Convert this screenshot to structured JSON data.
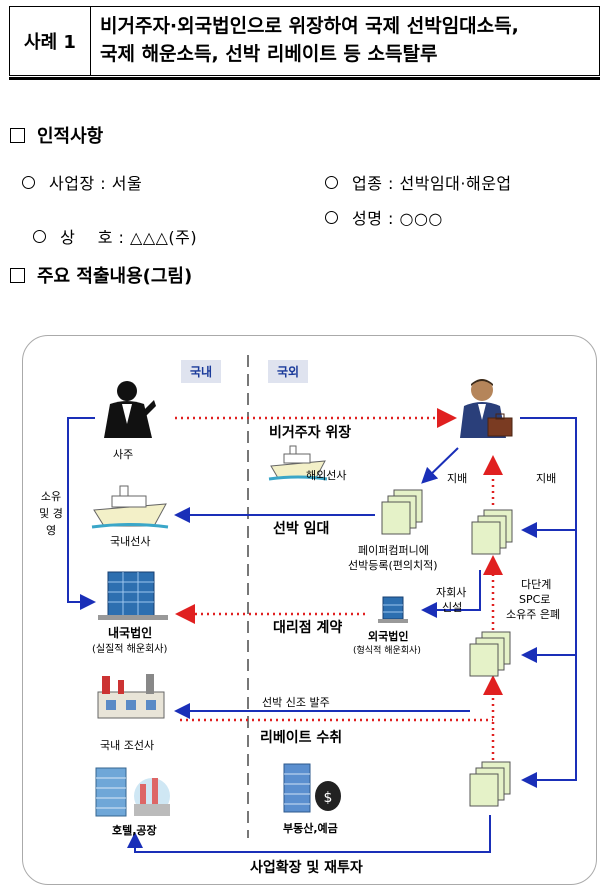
{
  "header": {
    "tag": "사례 1",
    "title_line1": "비거주자·외국법인으로 위장하여 국제 선박임대소득,",
    "title_line2": "국제 해운소득, 선박 리베이트 등 소득탈루"
  },
  "section1": {
    "heading": "인적사항",
    "business_place": "사업장 : 서울",
    "industry": "업종 : 선박임대·해운업",
    "trade_name": "상    호 : △△△(주)",
    "name": "성명 : ○○○"
  },
  "section2": {
    "heading": "주요 적출내용(그림)"
  },
  "diagram": {
    "tab_domestic": "국내",
    "tab_foreign": "국외",
    "owner": "사주",
    "ownership_vertical": "소유 및 경영",
    "domestic_shipping": "국내선사",
    "domestic_corp": "내국법인",
    "domestic_corp_sub": "(실질적 해운회사)",
    "shipyard": "국내 조선사",
    "hotel_factory": "호텔,공장",
    "disguise_label": "비거주자 위장",
    "foreign_shipping": "해외선사",
    "ship_lease": "선박 임대",
    "agency_contract": "대리점 계약",
    "new_ship_order": "선박 신조 발주",
    "rebate": "리베이트 수취",
    "real_estate": "부동산,예금",
    "reinvest": "사업확장 및 재투자",
    "paper_company": "페이퍼컴퍼니에",
    "paper_company2": "선박등록(편의치적)",
    "foreign_corp": "외국법인",
    "foreign_corp_sub": "(형식적 해운회사)",
    "control_left": "지배",
    "control_right": "지배",
    "subsidiary1": "자회사",
    "subsidiary2": "신설",
    "multi1": "다단계",
    "multi2": "SPC로",
    "multi3": "소유주 은폐"
  },
  "colors": {
    "blue_arrow": "#1a2fb8",
    "red_dotted": "#e02020"
  }
}
